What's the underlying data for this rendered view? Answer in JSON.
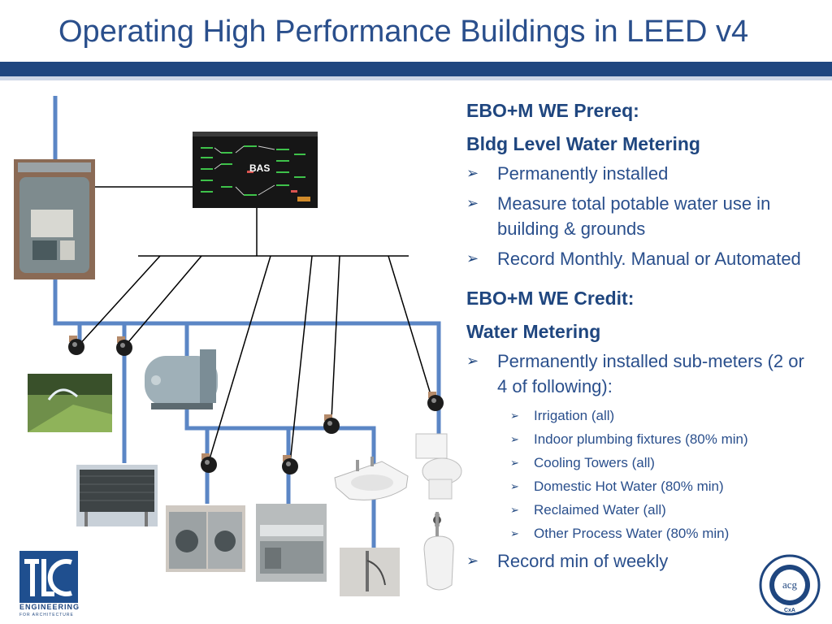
{
  "title": "Operating High Performance Buildings in LEED v4",
  "diagram": {
    "bas_label": "BAS"
  },
  "prereq": {
    "heading1": "EBO+M WE Prereq:",
    "heading2": "Bldg Level Water Metering",
    "bullets": [
      "Permanently installed",
      "Measure total potable water use in building & grounds",
      "Record Monthly. Manual or Automated"
    ]
  },
  "credit": {
    "heading1": "EBO+M WE Credit:",
    "heading2": "Water Metering",
    "bullet_main": "Permanently installed sub-meters (2 or 4 of following):",
    "sub_bullets": [
      "Irrigation (all)",
      "Indoor plumbing fixtures (80% min)",
      "Cooling Towers (all)",
      "Domestic Hot Water (80% min)",
      "Reclaimed Water  (all)",
      "Other Process Water (80% min)"
    ],
    "bullet_last": "Record min of weekly"
  },
  "logo": {
    "line1": "ENGINEERING",
    "line2": "FOR ARCHITECTURE"
  },
  "seal": {
    "center": "acg",
    "bottom": "CxA"
  },
  "colors": {
    "title": "#2a4f8c",
    "bar": "#1f467f",
    "pipe": "#5b86c5"
  }
}
